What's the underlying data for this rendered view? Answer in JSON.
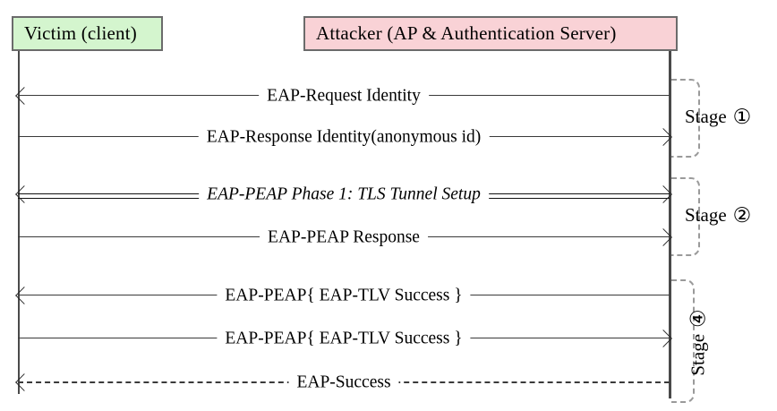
{
  "diagram": {
    "type": "sequence-diagram",
    "participants": [
      {
        "id": "victim",
        "label": "Victim (client)",
        "color": "#d4f5ce"
      },
      {
        "id": "attacker",
        "label": "Attacker (AP & Authentication Server)",
        "color": "#f9d2d6"
      }
    ],
    "messages": [
      {
        "label": "EAP-Request Identity",
        "direction": "left",
        "style": "solid",
        "italic": false
      },
      {
        "label": "EAP-Response Identity(anonymous id)",
        "direction": "right",
        "style": "solid",
        "italic": false
      },
      {
        "label": "EAP-PEAP Phase 1: TLS Tunnel Setup",
        "direction": "both",
        "style": "double",
        "italic": true
      },
      {
        "label": "EAP-PEAP Response",
        "direction": "right",
        "style": "solid",
        "italic": false
      },
      {
        "label": "EAP-PEAP{ EAP-TLV Success }",
        "direction": "left",
        "style": "solid",
        "italic": false
      },
      {
        "label": "EAP-PEAP{ EAP-TLV Success }",
        "direction": "right",
        "style": "solid",
        "italic": false
      },
      {
        "label": "EAP-Success",
        "direction": "left",
        "style": "dashed",
        "italic": false
      }
    ],
    "stages": [
      {
        "text": "Stage",
        "number": "①",
        "orientation": "horizontal"
      },
      {
        "text": "Stage",
        "number": "②",
        "orientation": "horizontal"
      },
      {
        "text": "Stage",
        "number": "④",
        "orientation": "vertical"
      }
    ]
  }
}
